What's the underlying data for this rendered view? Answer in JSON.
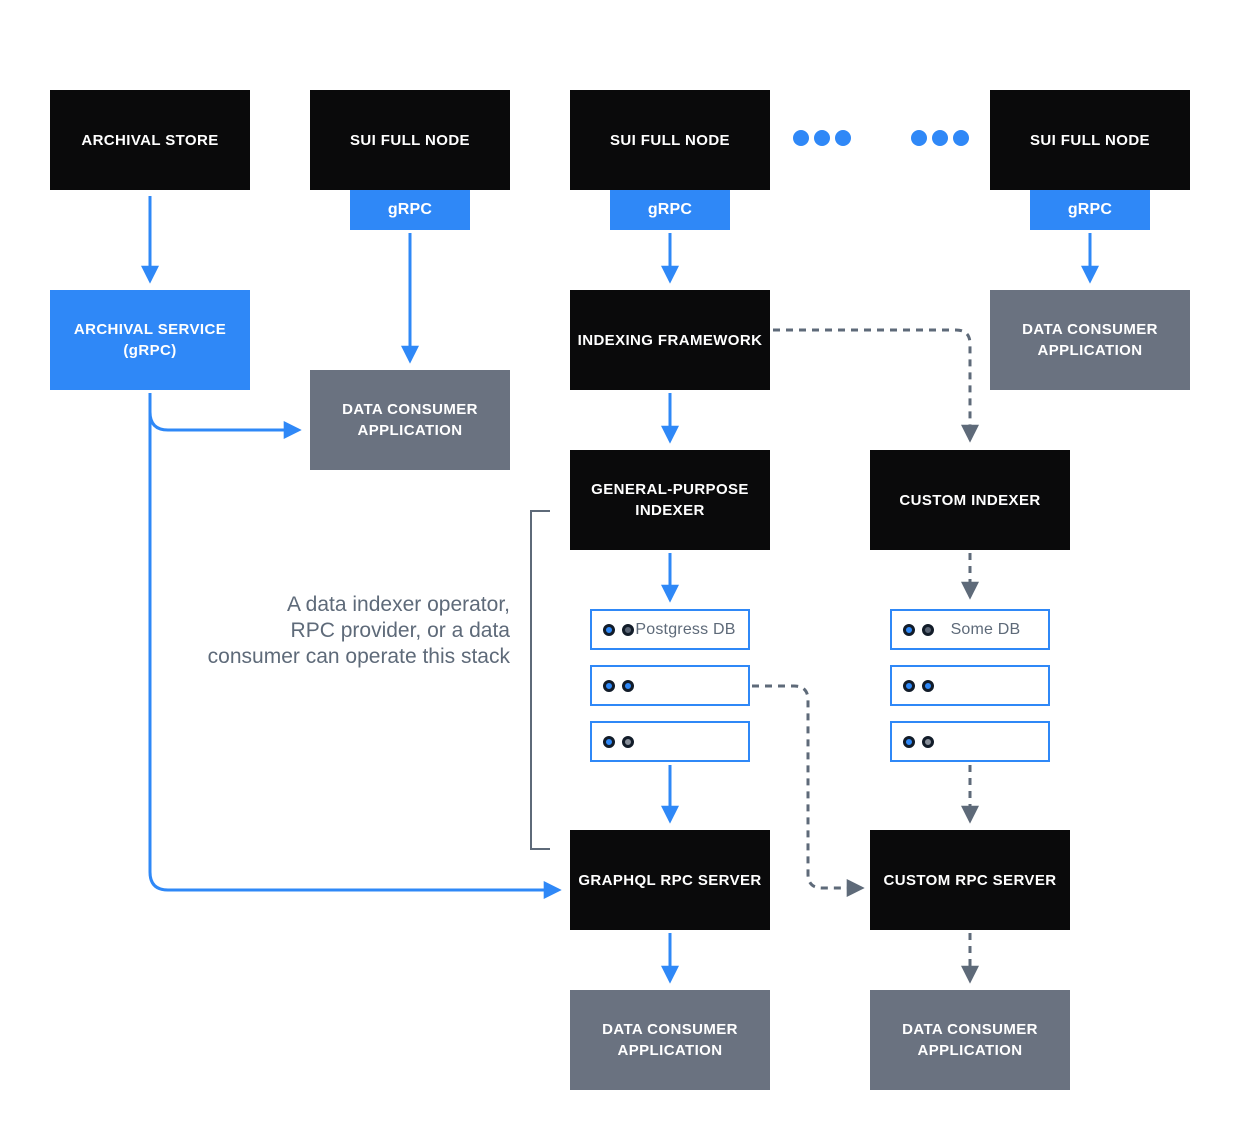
{
  "colors": {
    "blue": "#2F88F7",
    "black": "#0A0A0B",
    "gray_box": "#6A7280",
    "gray_line": "#5E6A79",
    "gray_text": "#5E6A79",
    "dot_ring": "#121C29",
    "dot_slate": "#596373",
    "dot_gray": "#878E99",
    "white": "#FFFFFF"
  },
  "nodes": {
    "archival_store": {
      "label": "ARCHIVAL STORE"
    },
    "sui_full_node_1": {
      "label": "SUI FULL NODE",
      "badge": "gRPC"
    },
    "sui_full_node_2": {
      "label": "SUI FULL NODE",
      "badge": "gRPC"
    },
    "sui_full_node_3": {
      "label": "SUI FULL NODE",
      "badge": "gRPC"
    },
    "archival_service": {
      "line1": "ARCHIVAL SERVICE",
      "line2": "(gRPC)"
    },
    "data_consumer_left": {
      "line1": "DATA CONSUMER",
      "line2": "APPLICATION"
    },
    "indexing_framework": {
      "label": "INDEXING FRAMEWORK"
    },
    "data_consumer_right_top": {
      "line1": "DATA CONSUMER",
      "line2": "APPLICATION"
    },
    "general_purpose_indexer": {
      "line1": "GENERAL-PURPOSE",
      "line2": "INDEXER"
    },
    "custom_indexer": {
      "label": "CUSTOM INDEXER"
    },
    "graphql_rpc_server": {
      "label": "GRAPHQL RPC SERVER"
    },
    "custom_rpc_server": {
      "label": "CUSTOM RPC SERVER"
    },
    "data_consumer_bottom_left": {
      "line1": "DATA CONSUMER",
      "line2": "APPLICATION"
    },
    "data_consumer_bottom_right": {
      "line1": "DATA CONSUMER",
      "line2": "APPLICATION"
    }
  },
  "db_stacks": {
    "general": {
      "rows": [
        {
          "label": "Postgress DB",
          "dots": [
            "blue",
            "slate"
          ]
        },
        {
          "label": "",
          "dots": [
            "blue",
            "blue"
          ]
        },
        {
          "label": "",
          "dots": [
            "blue",
            "gray"
          ]
        }
      ]
    },
    "custom": {
      "rows": [
        {
          "label": "Some DB",
          "dots": [
            "blue",
            "slate"
          ]
        },
        {
          "label": "",
          "dots": [
            "blue",
            "blue"
          ]
        },
        {
          "label": "",
          "dots": [
            "blue",
            "gray"
          ]
        }
      ]
    }
  },
  "annotation": {
    "lines": [
      "A data indexer operator,",
      "RPC provider, or a data",
      "consumer can operate this stack"
    ]
  }
}
